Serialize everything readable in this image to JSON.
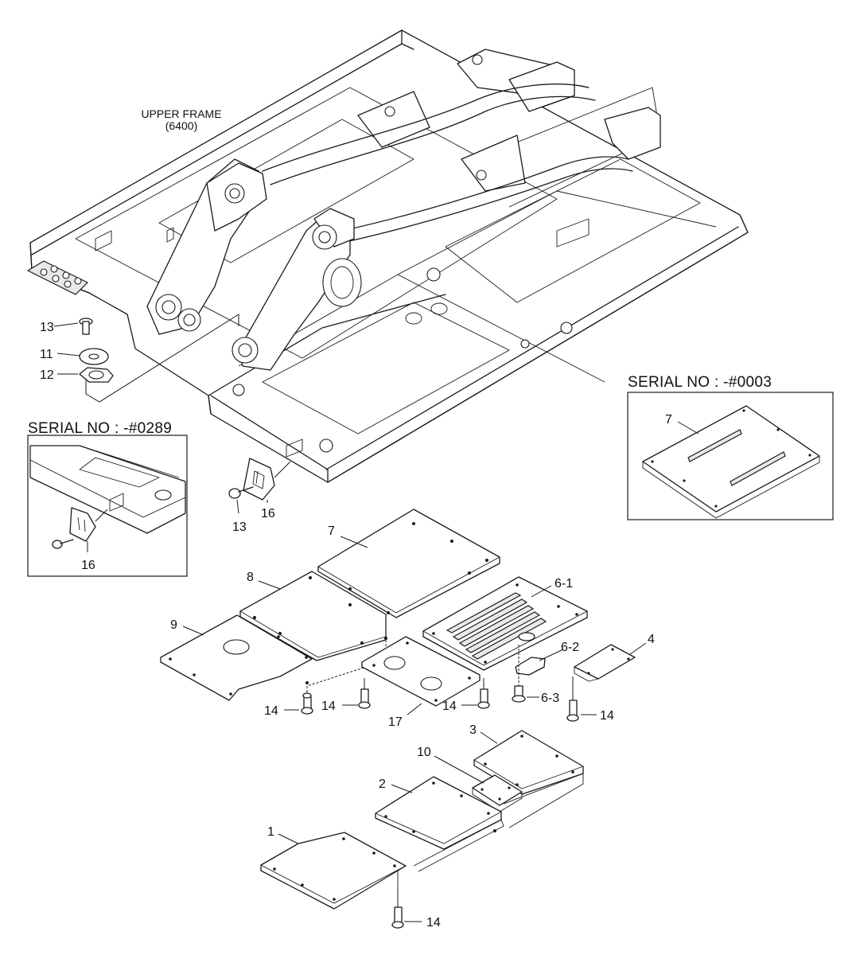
{
  "upper_frame": {
    "title": "UPPER FRAME",
    "code": "(6400)"
  },
  "insets": {
    "left_serial": "SERIAL NO : -#0289",
    "right_serial": "SERIAL NO : -#0003"
  },
  "callouts": {
    "c13a": "13",
    "c11": "11",
    "c12": "12",
    "c16a": "16",
    "c13b": "13",
    "c16b": "16",
    "c7r": "7",
    "c7": "7",
    "c8": "8",
    "c9": "9",
    "c6_1": "6-1",
    "c6_2": "6-2",
    "c6_3": "6-3",
    "c4": "4",
    "c14a": "14",
    "c14b": "14",
    "c17": "17",
    "c14c": "14",
    "c14d": "14",
    "c3": "3",
    "c10": "10",
    "c2": "2",
    "c1": "1",
    "c14e": "14"
  }
}
